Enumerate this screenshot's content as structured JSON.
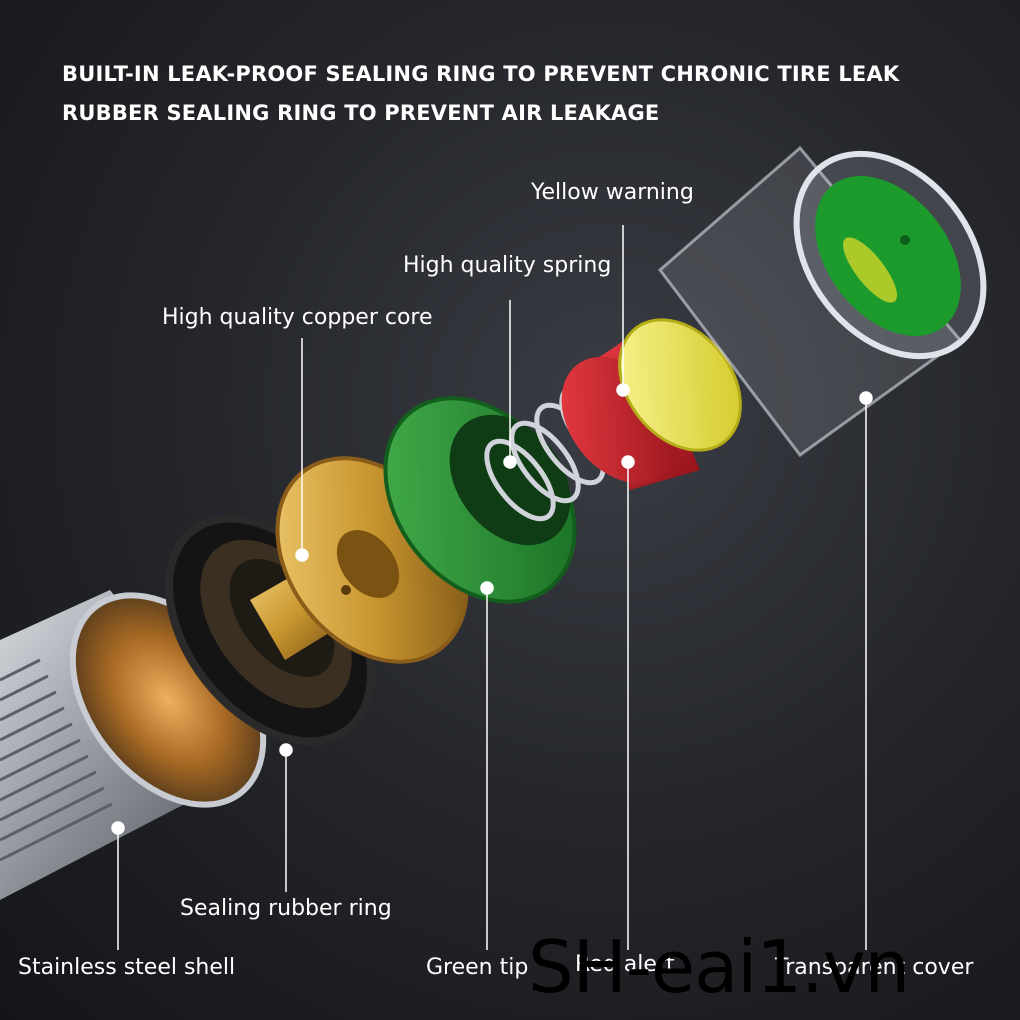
{
  "headline": {
    "line1": "BUILT-IN LEAK-PROOF SEALING RING TO PREVENT CHRONIC TIRE LEAK",
    "line2": "RUBBER SEALING RING TO PREVENT AIR LEAKAGE"
  },
  "labels": {
    "yellow_warning": "Yellow warning",
    "spring": "High quality spring",
    "copper_core": "High quality copper core",
    "sealing_ring": "Sealing rubber ring",
    "steel_shell": "Stainless steel shell",
    "green_tip": "Green tip",
    "red_alert": "Red alert",
    "transparent_cover": "Transparent cover"
  },
  "watermark": "SH-eai1.vn",
  "colors": {
    "green": "#1f8a2e",
    "yellow": "#e6e23a",
    "red": "#d3202a",
    "copper": "#c9962f",
    "rubber": "#111111",
    "steel": "#a9adb3"
  }
}
